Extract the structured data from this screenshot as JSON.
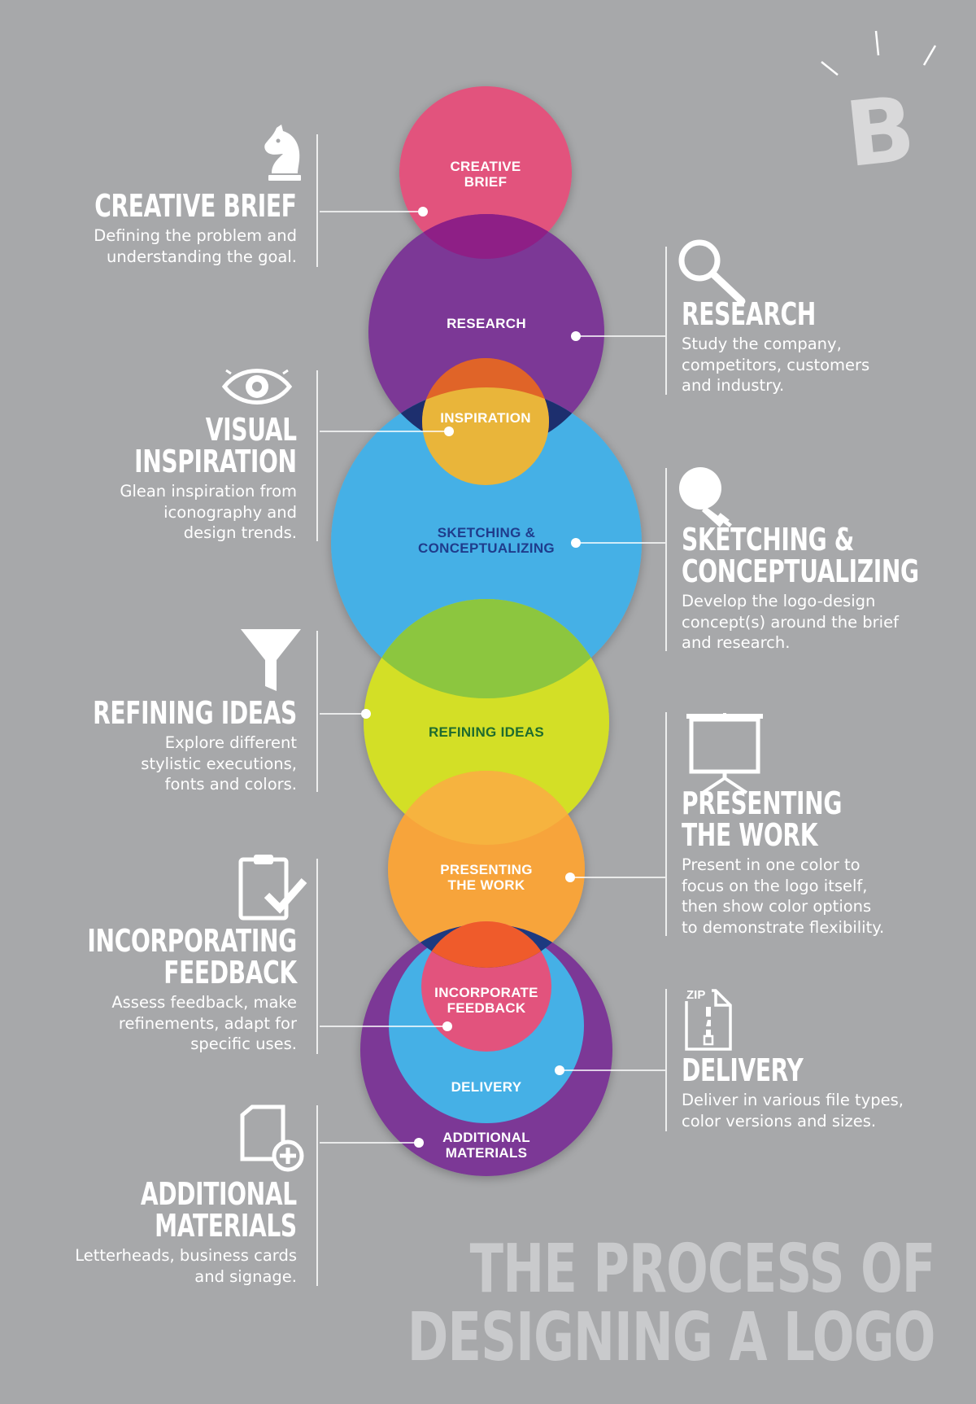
{
  "colors": {
    "background": "#a7a8aa",
    "pink": "#e2527d",
    "purple": "#7b3896",
    "orange": "#ef5b2b",
    "blue": "#45b0e6",
    "yellow_green": "#d3df26",
    "amber": "#f7a43a"
  },
  "circles": [
    {
      "id": "creative-brief",
      "lines": [
        "CREATIVE",
        "BRIEF"
      ],
      "color": "#e2527d",
      "text_color": "#ffffff"
    },
    {
      "id": "research",
      "lines": [
        "RESEARCH"
      ],
      "color": "#7b3896",
      "text_color": "#ffffff"
    },
    {
      "id": "inspiration",
      "lines": [
        "INSPIRATION"
      ],
      "color": "#ef5b2b",
      "text_color": "#ffffff"
    },
    {
      "id": "sketching",
      "lines": [
        "SKETCHING &",
        "CONCEPTUALIZING"
      ],
      "color": "#45b0e6",
      "text_color": "#1f3c8c"
    },
    {
      "id": "refining",
      "lines": [
        "REFINING IDEAS"
      ],
      "color": "#d3df26",
      "text_color": "#1e6b2e"
    },
    {
      "id": "presenting",
      "lines": [
        "PRESENTING",
        "THE WORK"
      ],
      "color": "#f7a43a",
      "text_color": "#ffffff"
    },
    {
      "id": "additional",
      "lines": [
        "ADDITIONAL",
        "MATERIALS"
      ],
      "color": "#7b3896",
      "text_color": "#ffffff"
    },
    {
      "id": "delivery",
      "lines": [
        "DELIVERY"
      ],
      "color": "#45b0e6",
      "text_color": "#ffffff"
    },
    {
      "id": "incorporate",
      "lines": [
        "INCORPORATE",
        "FEEDBACK"
      ],
      "color": "#e2527d",
      "text_color": "#ffffff"
    }
  ],
  "steps": {
    "creative_brief": {
      "title": "CREATIVE BRIEF",
      "desc": [
        "Defining the problem and",
        "understanding the goal."
      ],
      "icon": "chess-knight-icon"
    },
    "research": {
      "title": "RESEARCH",
      "desc": [
        "Study the company,",
        "competitors, customers",
        "and industry."
      ],
      "icon": "magnifier-icon"
    },
    "visual_inspiration": {
      "title": [
        "VISUAL",
        "INSPIRATION"
      ],
      "desc": [
        "Glean inspiration from",
        "iconography and",
        "design trends."
      ],
      "icon": "eye-icon"
    },
    "sketching": {
      "title": [
        "SKETCHING &",
        "CONCEPTUALIZING"
      ],
      "desc": [
        "Develop the logo-design",
        "concept(s) around the brief",
        "and research."
      ],
      "icon": "lightbulb-icon"
    },
    "refining": {
      "title": "REFINING IDEAS",
      "desc": [
        "Explore different",
        "stylistic executions,",
        "fonts and colors."
      ],
      "icon": "funnel-icon"
    },
    "presenting": {
      "title": [
        "PRESENTING",
        "THE WORK"
      ],
      "desc": [
        "Present in one color to",
        "focus on the logo itself,",
        "then show color options",
        "to demonstrate flexibility."
      ],
      "icon": "projector-screen-icon"
    },
    "incorporating": {
      "title": [
        "INCORPORATING",
        "FEEDBACK"
      ],
      "desc": [
        "Assess feedback, make",
        "refinements, adapt for",
        "specific uses."
      ],
      "icon": "clipboard-check-icon"
    },
    "delivery": {
      "title": "DELIVERY",
      "desc": [
        "Deliver in various file types,",
        "color versions and sizes."
      ],
      "icon": "zip-file-icon",
      "icon_text": "ZIP"
    },
    "additional": {
      "title": [
        "ADDITIONAL",
        "MATERIALS"
      ],
      "desc": [
        "Letterheads, business cards",
        "and signage."
      ],
      "icon": "document-plus-icon"
    }
  },
  "logo": {
    "letter": "B"
  },
  "main_title": [
    "THE PROCESS OF",
    "DESIGNING A LOGO"
  ]
}
